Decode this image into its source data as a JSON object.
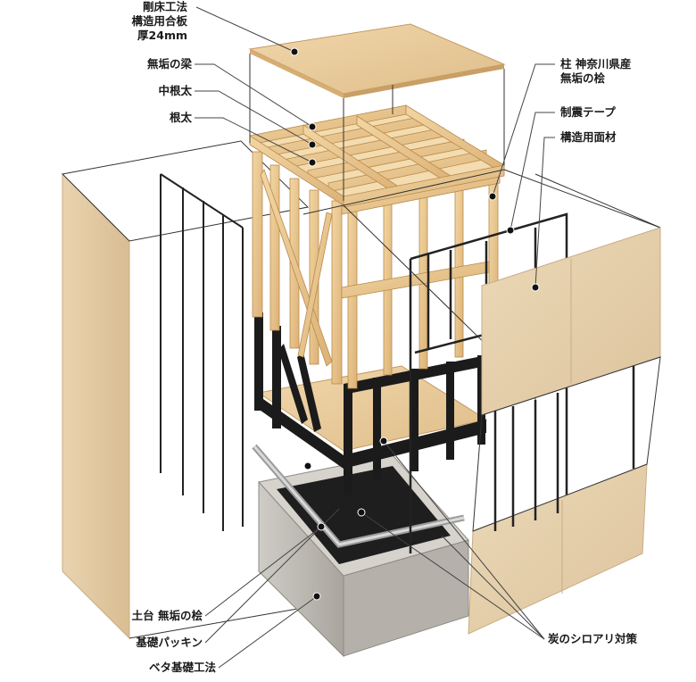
{
  "labels": {
    "floor_method": [
      "剛床工法",
      "構造用合板",
      "厚24mm"
    ],
    "beam": "無垢の梁",
    "middle_joist": "中根太",
    "joist": "根太",
    "pillar": [
      "柱 神奈川県産",
      "無垢の桧"
    ],
    "damping_tape": "制震テープ",
    "structural_panel": "構造用面材",
    "sill": "土台 無垢の桧",
    "foundation_packing": "基礎パッキン",
    "mat_foundation": "ベタ基礎工法",
    "termite": "炭のシロアリ対策"
  },
  "colors": {
    "wood": "#e9c88e",
    "plywood": "#e6c69a",
    "panel": "#e8d2b0",
    "black_frame": "#1b1b1b",
    "concrete": "#bdb9b2",
    "leader": "#444444"
  }
}
